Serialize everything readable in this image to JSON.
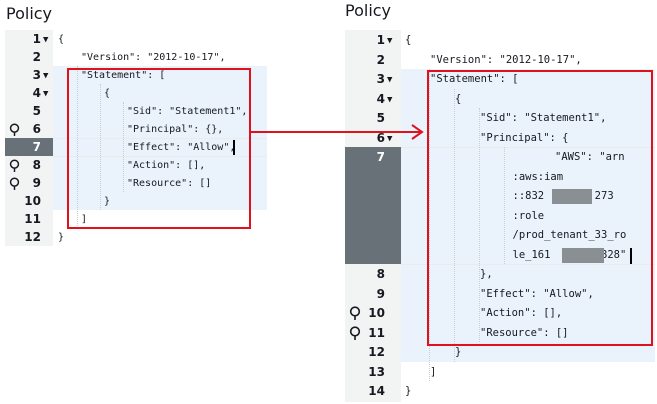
{
  "left_panel": {
    "title": "Policy",
    "lines": [
      {
        "n": "1",
        "fold": true,
        "t": "{"
      },
      {
        "n": "2",
        "fold": false,
        "t": "\"Version\": \"2012-10-17\","
      },
      {
        "n": "3",
        "fold": true,
        "t": "\"Statement\": ["
      },
      {
        "n": "4",
        "fold": true,
        "t": "{"
      },
      {
        "n": "5",
        "fold": false,
        "t": "\"Sid\": \"Statement1\","
      },
      {
        "n": "6",
        "fold": false,
        "bulb": true,
        "t": "\"Principal\": {},"
      },
      {
        "n": "7",
        "fold": false,
        "active": true,
        "t": "\"Effect\": \"Allow\","
      },
      {
        "n": "8",
        "fold": false,
        "bulb": true,
        "t": "\"Action\": [],"
      },
      {
        "n": "9",
        "fold": false,
        "bulb": true,
        "t": "\"Resource\": []"
      },
      {
        "n": "10",
        "fold": false,
        "t": "}"
      },
      {
        "n": "11",
        "fold": false,
        "t": "]"
      },
      {
        "n": "12",
        "fold": false,
        "t": "}"
      }
    ]
  },
  "right_panel": {
    "title": "Policy",
    "lines": [
      {
        "n": "1",
        "fold": true,
        "t": "{"
      },
      {
        "n": "2",
        "fold": false,
        "t": "\"Version\": \"2012-10-17\","
      },
      {
        "n": "3",
        "fold": true,
        "t": "\"Statement\": ["
      },
      {
        "n": "4",
        "fold": true,
        "t": "{"
      },
      {
        "n": "5",
        "fold": false,
        "t": "\"Sid\": \"Statement1\","
      },
      {
        "n": "6",
        "fold": true,
        "t": "\"Principal\": {"
      },
      {
        "n": "7",
        "fold": false,
        "active": true,
        "t": "\"AWS\": \"arn"
      },
      {
        "n": "",
        "fold": false,
        "t": ":aws:iam"
      },
      {
        "n": "",
        "fold": false,
        "t": "::832        273"
      },
      {
        "n": "",
        "fold": false,
        "t": ":role"
      },
      {
        "n": "",
        "fold": false,
        "t": "/prod_tenant_33_ro"
      },
      {
        "n": "",
        "fold": false,
        "t": "le_161        828\""
      },
      {
        "n": "8",
        "fold": false,
        "t": "},"
      },
      {
        "n": "9",
        "fold": false,
        "t": "\"Effect\": \"Allow\","
      },
      {
        "n": "10",
        "fold": false,
        "bulb": true,
        "t": "\"Action\": [],"
      },
      {
        "n": "11",
        "fold": false,
        "bulb": true,
        "t": "\"Resource\": []"
      },
      {
        "n": "12",
        "fold": false,
        "t": "}"
      },
      {
        "n": "13",
        "fold": false,
        "t": "]"
      },
      {
        "n": "14",
        "fold": false,
        "t": "}"
      }
    ]
  },
  "colors": {
    "highlight_box": "#e0101d",
    "active_line": "#687078",
    "selection": "#eaf3fc"
  }
}
